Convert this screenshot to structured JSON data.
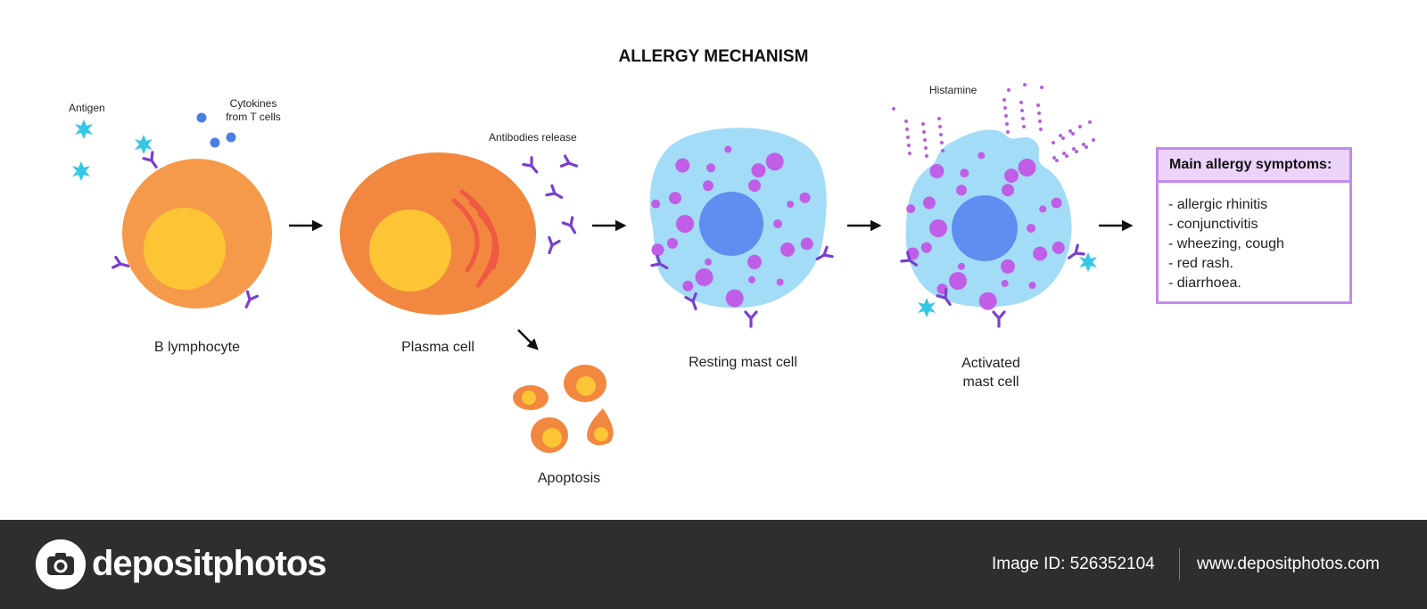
{
  "title": "ALLERGY MECHANISM",
  "labels": {
    "antigen": "Antigen",
    "cytokines_line1": "Cytokines",
    "cytokines_line2": "from T cells",
    "antibodies_release": "Antibodies release",
    "histamine": "Histamine",
    "b_lymphocyte": "B lymphocyte",
    "plasma_cell": "Plasma cell",
    "apoptosis": "Apoptosis",
    "resting_mast_cell": "Resting mast cell",
    "activated_line1": "Activated",
    "activated_line2": "mast cell"
  },
  "symptoms": {
    "heading": "Main allergy symptoms:",
    "items": [
      "- allergic rhinitis",
      "- conjunctivitis",
      "- wheezing, cough",
      "- red rash.",
      "- diarrhoea."
    ]
  },
  "footer": {
    "brand": "depositphotos",
    "image_id": "Image ID: 526352104",
    "site": "www.depositphotos.com"
  },
  "colors": {
    "cell_orange": "#f59a4a",
    "nucleus_yellow": "#fdc535",
    "plasma_orange": "#f2883f",
    "rough_er_red": "#ef5a44",
    "mast_cell_blue": "#a3dcf7",
    "mast_nucleus_blue": "#5f8ef0",
    "granule_purple": "#c15ee8",
    "antibody_purple": "#7a3fd0",
    "antigen_cyan": "#35c7e6",
    "cytokine_blue": "#4a7fe6",
    "histamine_dot": "#b262db",
    "symptoms_border": "#c389f0",
    "symptoms_header": "#ecd3fa",
    "footer_bg": "#2e2e2e"
  },
  "icons": [
    "arrow-right-icon",
    "arrow-down-right-icon",
    "antibody-icon",
    "antigen-icon",
    "camera-logo-icon"
  ]
}
